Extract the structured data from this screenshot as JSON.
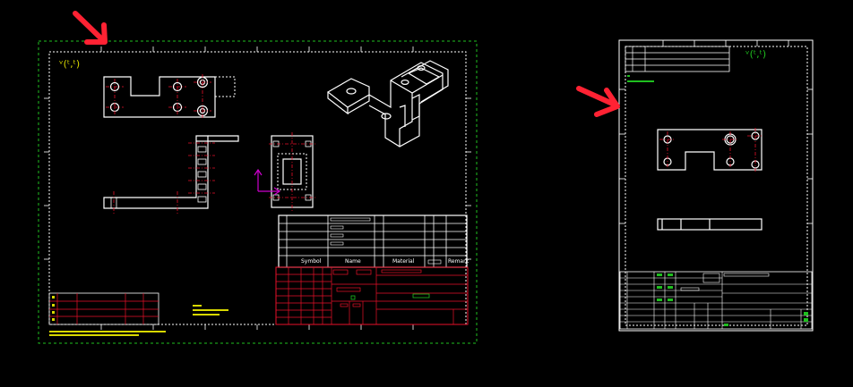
{
  "colors": {
    "background": "#000000",
    "frame_green": "#1fbf1f",
    "geometry_white": "#ffffff",
    "centerline_red": "#e8102a",
    "annotation_red": "#ff2222",
    "ucs_magenta": "#cc00cc",
    "label_yellow": "#d8d800"
  },
  "sheet_left": {
    "view_label": "ᵛ(ᵗ,ᵗ)",
    "bom_headers": {
      "symbol": "Symbol",
      "name": "Name",
      "material": "Material",
      "remark": "Remark"
    }
  },
  "sheet_right": {
    "view_label": "ᵛ(ᵗ,ᵗ)"
  },
  "icons": [
    "red-arrow-icon",
    "red-arrow-icon",
    "ucs-axis-icon"
  ]
}
